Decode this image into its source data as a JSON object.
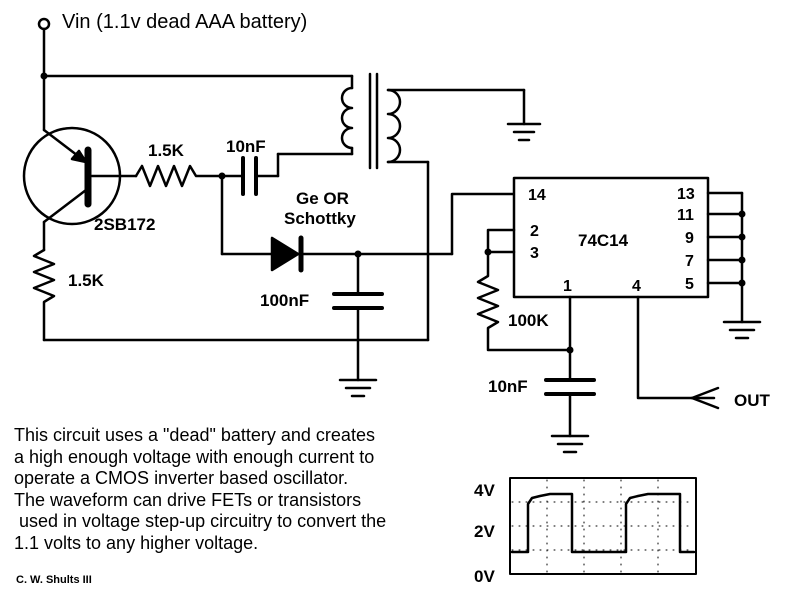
{
  "title": "Vin (1.1v dead AAA battery)",
  "components": {
    "transistor": "2SB172",
    "r_base": "1.5K",
    "r_emitter": "1.5K",
    "c_coupling": "10nF",
    "diode_line1": "Ge OR",
    "diode_line2": "Schottky",
    "c_filter": "100nF",
    "ic_name": "74C14",
    "r_feedback": "100K",
    "c_timing": "10nF",
    "output_label": "OUT"
  },
  "ic_pins": {
    "p14": "14",
    "p2": "2",
    "p3": "3",
    "p1": "1",
    "p4": "4",
    "p13": "13",
    "p11": "11",
    "p9": "9",
    "p7": "7",
    "p5": "5"
  },
  "waveform": {
    "label_high": "4V",
    "label_mid": "2V",
    "label_low": "0V"
  },
  "description": [
    "This circuit uses a \"dead\" battery and creates",
    "a high enough voltage with enough current to",
    "operate a CMOS inverter based oscillator.",
    "The waveform can drive FETs or transistors",
    " used in voltage step-up circuitry to convert the",
    "1.1 volts to any higher voltage."
  ],
  "credit": "C. W. Shults III"
}
